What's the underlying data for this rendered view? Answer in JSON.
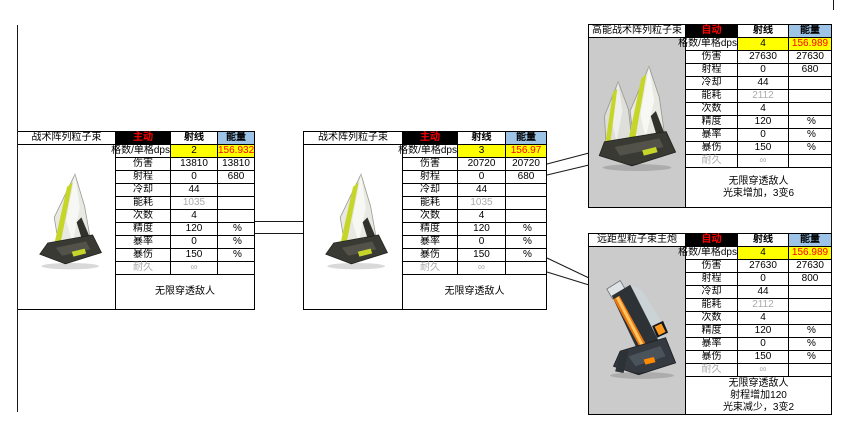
{
  "colors": {
    "accent_red": "#FF0000",
    "accent_yellow": "#FFFF00",
    "energy_blue": "#9DC3E6",
    "muted_gray": "#ABABAB",
    "image_bg_gray": "#CBCBCB"
  },
  "panels": [
    {
      "title": "战术阵列粒子束",
      "mode": "主动",
      "columns": {
        "beam": "射线",
        "energy": "能量"
      },
      "rows": [
        {
          "label": "格数/单格dps",
          "beam": "2",
          "energy": "156.932",
          "highlight": true,
          "long_label": true
        },
        {
          "label": "伤害",
          "beam": "13810",
          "energy": "13810"
        },
        {
          "label": "射程",
          "beam": "0",
          "energy": "680"
        },
        {
          "label": "冷却",
          "beam": "44",
          "energy": ""
        },
        {
          "label": "能耗",
          "beam": "1035",
          "energy": "",
          "muted_beam": true
        },
        {
          "label": "次数",
          "beam": "4",
          "energy": ""
        },
        {
          "label": "精度",
          "beam": "120",
          "energy": "%",
          "pct": true
        },
        {
          "label": "暴率",
          "beam": "0",
          "energy": "%",
          "pct": true
        },
        {
          "label": "暴伤",
          "beam": "150",
          "energy": "%",
          "pct": true
        },
        {
          "label": "耐久",
          "beam": "∞",
          "energy": "",
          "muted": true
        }
      ],
      "footer": [
        "无限穿透敌人"
      ]
    },
    {
      "title": "战术阵列粒子束",
      "mode": "主动",
      "columns": {
        "beam": "射线",
        "energy": "能量"
      },
      "rows": [
        {
          "label": "格数/单格dps",
          "beam": "3",
          "energy": "156.97",
          "highlight": true,
          "long_label": true
        },
        {
          "label": "伤害",
          "beam": "20720",
          "energy": "20720"
        },
        {
          "label": "射程",
          "beam": "0",
          "energy": "680"
        },
        {
          "label": "冷却",
          "beam": "44",
          "energy": ""
        },
        {
          "label": "能耗",
          "beam": "1035",
          "energy": "",
          "muted_beam": true
        },
        {
          "label": "次数",
          "beam": "4",
          "energy": ""
        },
        {
          "label": "精度",
          "beam": "120",
          "energy": "%",
          "pct": true
        },
        {
          "label": "暴率",
          "beam": "0",
          "energy": "%",
          "pct": true
        },
        {
          "label": "暴伤",
          "beam": "150",
          "energy": "%",
          "pct": true
        },
        {
          "label": "耐久",
          "beam": "∞",
          "energy": "",
          "muted": true
        }
      ],
      "footer": [
        "无限穿透敌人"
      ]
    },
    {
      "title": "高能战术阵列粒子束",
      "mode": "自动",
      "columns": {
        "beam": "射线",
        "energy": "能量"
      },
      "rows": [
        {
          "label": "格数/单格dps",
          "beam": "4",
          "energy": "156.989",
          "highlight": true,
          "long_label": true
        },
        {
          "label": "伤害",
          "beam": "27630",
          "energy": "27630"
        },
        {
          "label": "射程",
          "beam": "0",
          "energy": "680"
        },
        {
          "label": "冷却",
          "beam": "44",
          "energy": ""
        },
        {
          "label": "能耗",
          "beam": "2112",
          "energy": "",
          "muted_beam": true
        },
        {
          "label": "次数",
          "beam": "4",
          "energy": ""
        },
        {
          "label": "精度",
          "beam": "120",
          "energy": "%",
          "pct": true
        },
        {
          "label": "暴率",
          "beam": "0",
          "energy": "%",
          "pct": true
        },
        {
          "label": "暴伤",
          "beam": "150",
          "energy": "%",
          "pct": true
        },
        {
          "label": "耐久",
          "beam": "∞",
          "energy": "",
          "muted": true
        }
      ],
      "footer": [
        "无限穿透敌人",
        "光束增加，3变6"
      ]
    },
    {
      "title": "远距型粒子束主炮",
      "mode": "自动",
      "columns": {
        "beam": "射线",
        "energy": "能量"
      },
      "rows": [
        {
          "label": "格数/单格dps",
          "beam": "4",
          "energy": "156.989",
          "highlight": true,
          "long_label": true
        },
        {
          "label": "伤害",
          "beam": "27630",
          "energy": "27630"
        },
        {
          "label": "射程",
          "beam": "0",
          "energy": "800"
        },
        {
          "label": "冷却",
          "beam": "44",
          "energy": ""
        },
        {
          "label": "能耗",
          "beam": "2112",
          "energy": "",
          "muted_beam": true
        },
        {
          "label": "次数",
          "beam": "4",
          "energy": ""
        },
        {
          "label": "精度",
          "beam": "120",
          "energy": "%",
          "pct": true
        },
        {
          "label": "暴率",
          "beam": "0",
          "energy": "%",
          "pct": true
        },
        {
          "label": "暴伤",
          "beam": "150",
          "energy": "%",
          "pct": true
        },
        {
          "label": "耐久",
          "beam": "∞",
          "energy": "",
          "muted": true
        }
      ],
      "footer": [
        "无限穿透敌人",
        "射程增加120",
        "光束减少，3变2"
      ]
    }
  ]
}
